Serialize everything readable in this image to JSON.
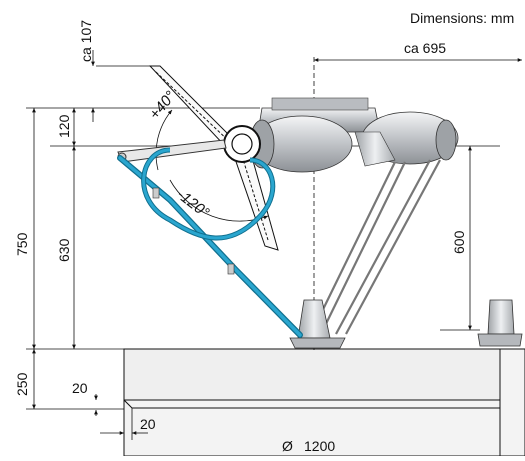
{
  "header": {
    "units_note": "Dimensions: mm"
  },
  "dimensions": {
    "top_offset": "ca 107",
    "reach_horizontal": "ca 695",
    "upper_height": "120",
    "total_height": "750",
    "height_630": "630",
    "stroke_600": "600",
    "table_height": "250",
    "bevel_vertical": "20",
    "bevel_horizontal": "20",
    "table_diameter": "1200",
    "diameter_symbol": "Ø"
  },
  "angles": {
    "upper": "+40°",
    "lower": "-120°"
  },
  "colors": {
    "line": "#111111",
    "cable": "#2aa6cf",
    "cable_edge": "#11708f",
    "metal": "#c9ccd0",
    "table": "#f2f2f2"
  }
}
